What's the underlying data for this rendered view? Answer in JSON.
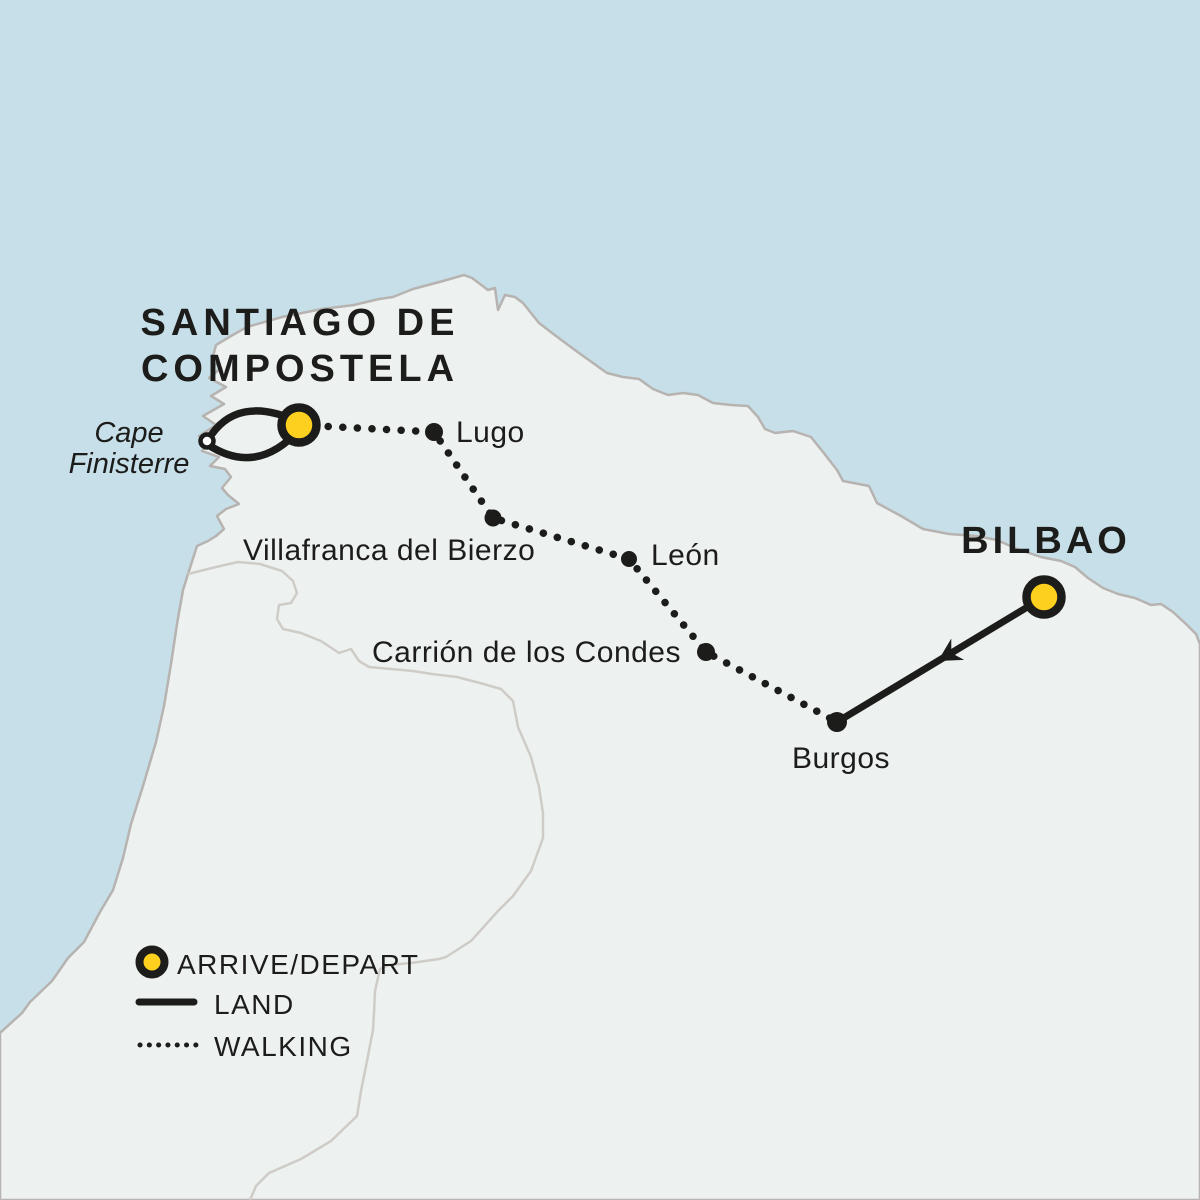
{
  "map": {
    "colors": {
      "sea": "#c7dfe9",
      "land": "#edf1f0",
      "coastline": "#b6b3b0",
      "inland_border": "#cfccc8",
      "route_ink": "#1c1c1a",
      "marker_yellow": "#fdd01f",
      "marker_white": "#ffffff"
    }
  },
  "cities": [
    {
      "name": "Santiago de Compostela",
      "label_lines": [
        "SANTIAGO DE",
        "COMPOSTELA"
      ],
      "marker": "arrive-depart"
    },
    {
      "name": "Cape Finisterre",
      "label_lines": [
        "Cape",
        "Finisterre"
      ],
      "marker": "side-trip-point"
    },
    {
      "name": "Lugo",
      "label": "Lugo",
      "marker": "stop"
    },
    {
      "name": "Villafranca del Bierzo",
      "label": "Villafranca del Bierzo",
      "marker": "stop"
    },
    {
      "name": "León",
      "label": "León",
      "marker": "stop"
    },
    {
      "name": "Carrión de los Condes",
      "label": "Carrión de los Condes",
      "marker": "stop"
    },
    {
      "name": "Burgos",
      "label": "Burgos",
      "marker": "stop"
    },
    {
      "name": "Bilbao",
      "label": "BILBAO",
      "marker": "arrive-depart"
    }
  ],
  "routes": [
    {
      "type": "walking",
      "stops": [
        "Santiago de Compostela",
        "Lugo",
        "Villafranca del Bierzo",
        "León",
        "Carrión de los Condes",
        "Burgos"
      ]
    },
    {
      "type": "land",
      "stops": [
        "Bilbao",
        "Burgos"
      ]
    },
    {
      "type": "walking-loop",
      "stops": [
        "Santiago de Compostela",
        "Cape Finisterre"
      ]
    }
  ],
  "legend": {
    "arrive_depart_label": "ARRIVE/DEPART",
    "land_label": "LAND",
    "walking_label": "WALKING"
  }
}
